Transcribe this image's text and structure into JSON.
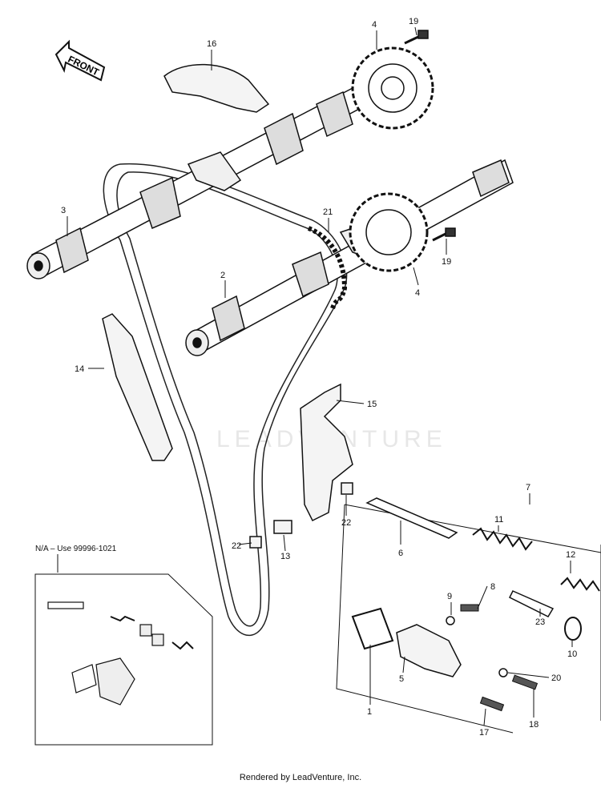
{
  "diagram": {
    "watermark": "LEADVENTURE",
    "front_label": "FRONT",
    "note": "N/A – Use 99996-1021",
    "footer": "Rendered by LeadVenture, Inc.",
    "callouts": {
      "c1": "1",
      "c2": "2",
      "c3": "3",
      "c4a": "4",
      "c4b": "4",
      "c5": "5",
      "c6": "6",
      "c7": "7",
      "c8": "8",
      "c9": "9",
      "c10": "10",
      "c11": "11",
      "c12": "12",
      "c13": "13",
      "c14": "14",
      "c15": "15",
      "c16": "16",
      "c17": "17",
      "c18": "18",
      "c19a": "19",
      "c19b": "19",
      "c20": "20",
      "c21": "21",
      "c22a": "22",
      "c22b": "22",
      "c23": "23"
    }
  }
}
